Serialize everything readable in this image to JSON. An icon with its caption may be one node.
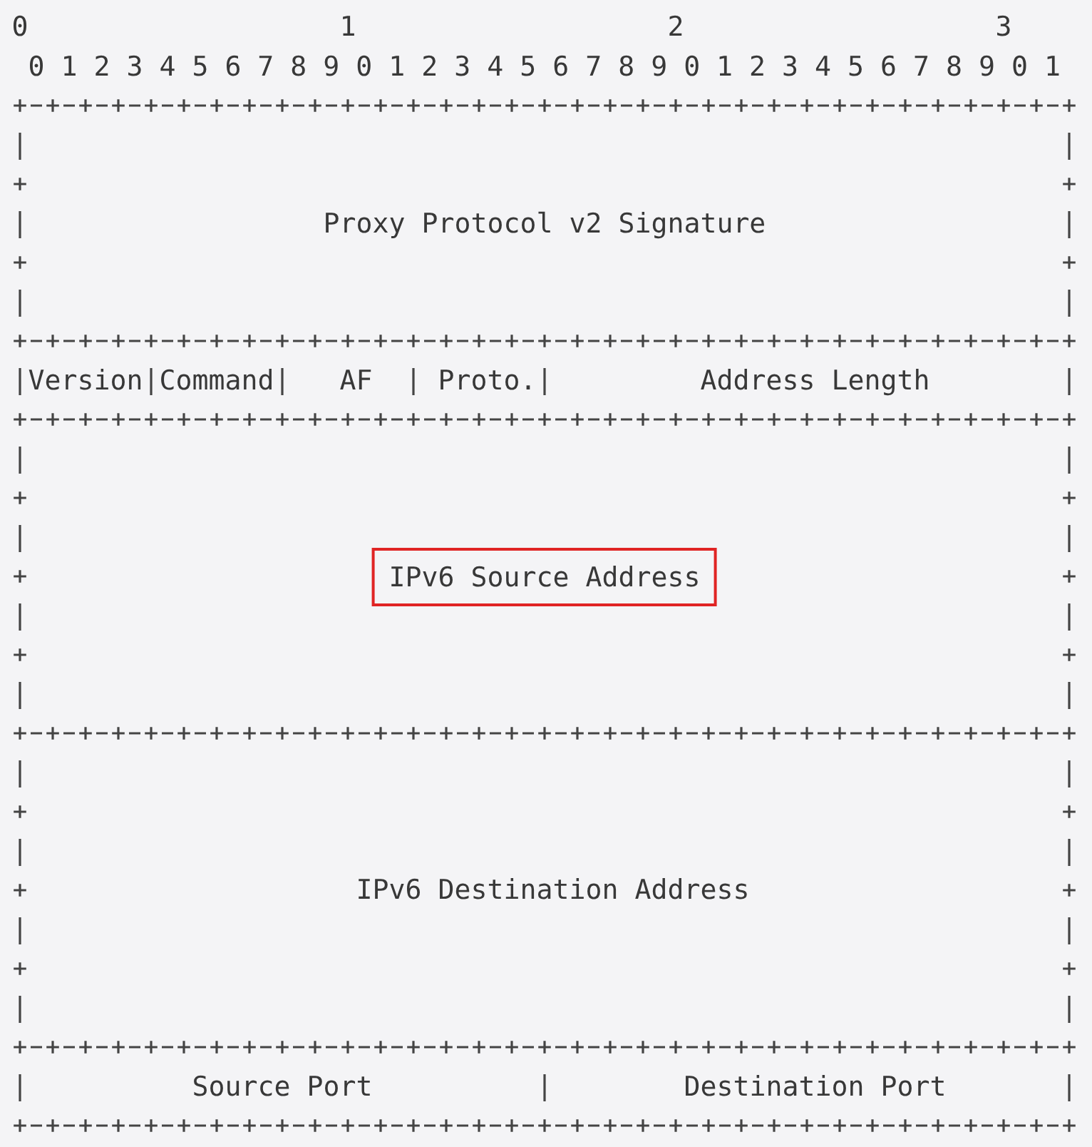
{
  "diagram": {
    "nodes": [
      {
        "text": [
          "Proxy Protocol v2 Signature"
        ]
      },
      {
        "text": [
          "Version"
        ]
      },
      {
        "text": [
          "Command"
        ]
      },
      {
        "text": [
          "AF"
        ]
      },
      {
        "text": [
          "Proto."
        ]
      },
      {
        "text": [
          "Address Length"
        ]
      },
      {
        "text": [
          "IPv6 Source Address"
        ]
      },
      {
        "text": [
          "IPv6 Destination Address"
        ]
      },
      {
        "text": [
          "Source Port"
        ]
      },
      {
        "text": [
          "Destination Port"
        ]
      }
    ],
    "labels": [
      "0",
      "1",
      "2",
      "3",
      "0 1 2 3 4 5 6 7 8 9 0 1 2 3 4 5 6 7 8 9 0 1 2 3 4 5 6 7 8 9 0 1"
    ]
  }
}
